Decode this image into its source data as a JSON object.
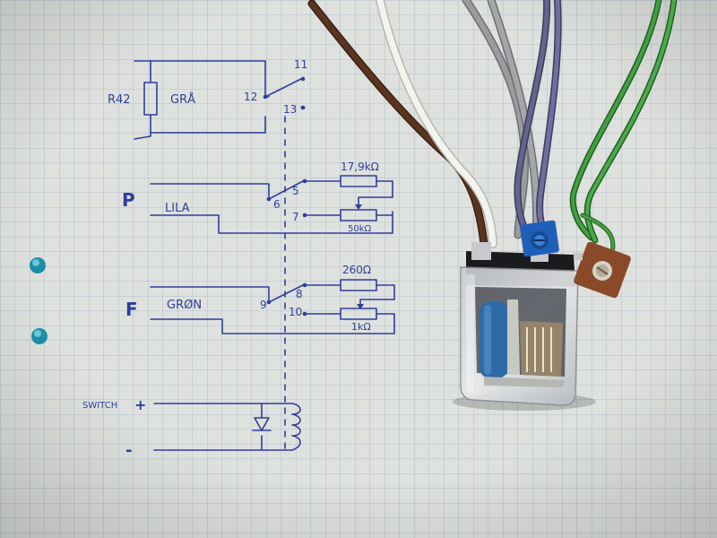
{
  "schematic": {
    "relay_section": {
      "resistor_label": "R42",
      "wire_color": "GRÅ",
      "pin_common": "12",
      "pin_top": "11",
      "pin_bottom": "13"
    },
    "p_section": {
      "letter": "P",
      "wire_color": "LILA",
      "pin_common": "6",
      "pin_a": "5",
      "pin_b": "7",
      "fixed_resistor": "17,9kΩ",
      "pot_value": "50kΩ"
    },
    "f_section": {
      "letter": "F",
      "wire_color": "GRØN",
      "pin_common": "9",
      "pin_a": "8",
      "pin_b": "10",
      "fixed_resistor": "260Ω",
      "pot_value": "1kΩ"
    },
    "switch_section": {
      "label": "SWITCH",
      "plus": "+",
      "minus": "-"
    }
  },
  "colors": {
    "paper": "#dfe1de",
    "grid": "#9fb2c6",
    "ink": "#2e3f9a",
    "wire_brown": "#5a3420",
    "wire_white": "#f2f2ee",
    "wire_grey": "#8e9093",
    "wire_purple": "#5b5a80",
    "wire_green": "#3a8a3a",
    "trimmer_blue": "#1f5fb8",
    "trimmer_brown": "#8a4a2a",
    "capacitor_blue": "#2d6aa6"
  }
}
